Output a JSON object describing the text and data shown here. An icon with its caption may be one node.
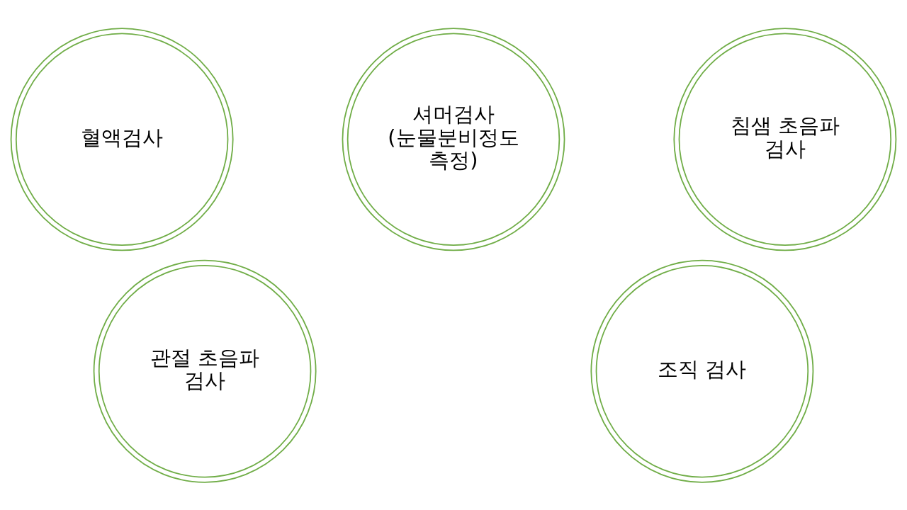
{
  "diagram": {
    "nodes": [
      {
        "text": [
          "혈액검사"
        ]
      },
      {
        "text": [
          "셔머검사 (눈물분비정도 측정)"
        ]
      },
      {
        "text": [
          "침샘 초음파 검사"
        ]
      },
      {
        "text": [
          "관절 초음파 검사"
        ]
      },
      {
        "text": [
          "조직 검사"
        ]
      }
    ]
  }
}
